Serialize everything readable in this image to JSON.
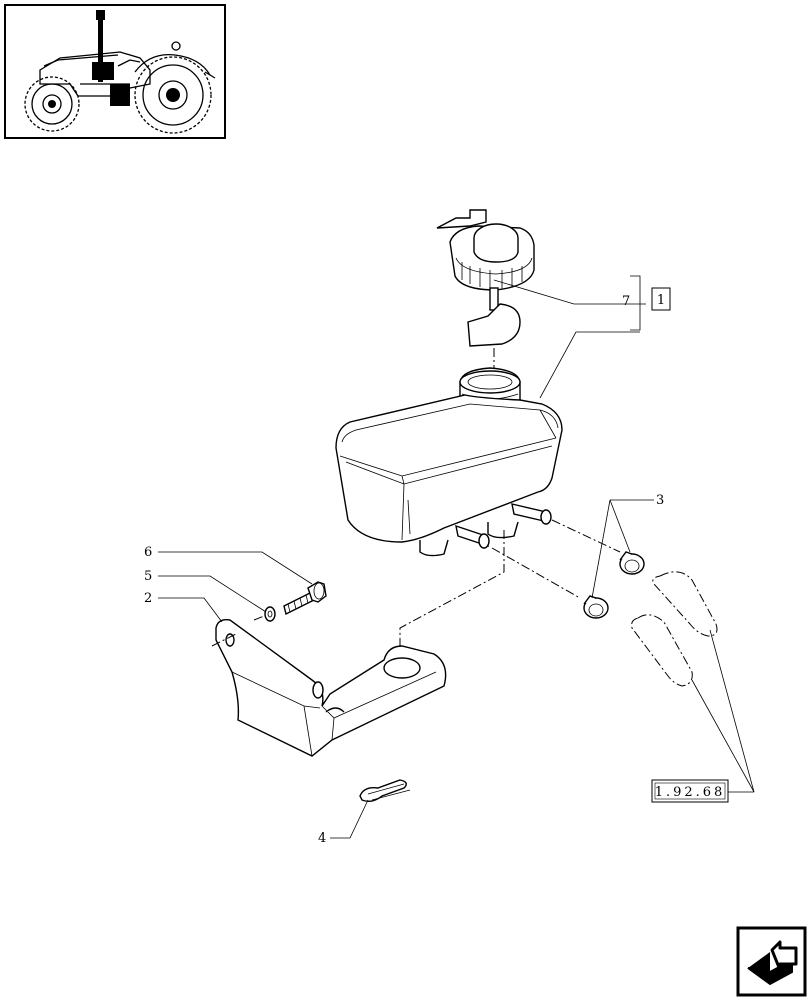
{
  "diagram": {
    "callouts": {
      "c1": "1",
      "c2": "2",
      "c3": "3",
      "c4": "4",
      "c5": "5",
      "c6": "6",
      "c7": "7"
    },
    "reference_box": "1.92.68"
  },
  "icons": {
    "thumbnail": "tractor-thumbnail-icon",
    "navigation": "next-page-arrow-icon"
  }
}
